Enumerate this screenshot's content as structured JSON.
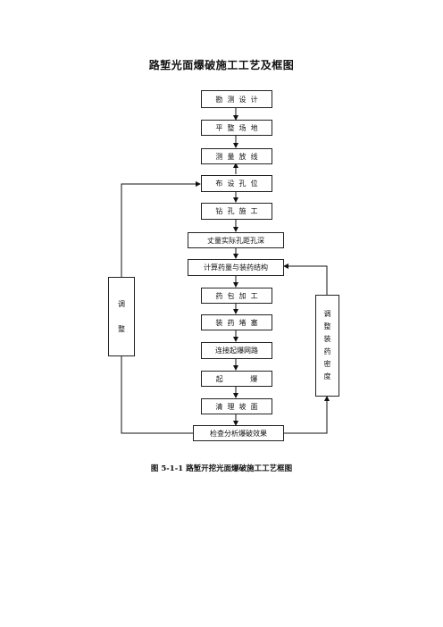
{
  "title": "路堑光面爆破施工工艺及框图",
  "caption": "图 5-1-1   路堑开挖光面爆破施工工艺框图",
  "steps": [
    "勘  测  设  计",
    "平  整  场  地",
    "测  量  放  线",
    "布  设  孔  位",
    "钻  孔  施  工",
    "丈量实际孔距孔深",
    "计算药量与装药结构",
    "药  包  加  工",
    "装  药  堵  塞",
    "连接起爆网路",
    "起            爆",
    "清  理  坡  面",
    "检查分析爆破效果"
  ],
  "left_feedback": "调\n\n整",
  "right_feedback": "调\n整\n装\n药\n密\n度"
}
